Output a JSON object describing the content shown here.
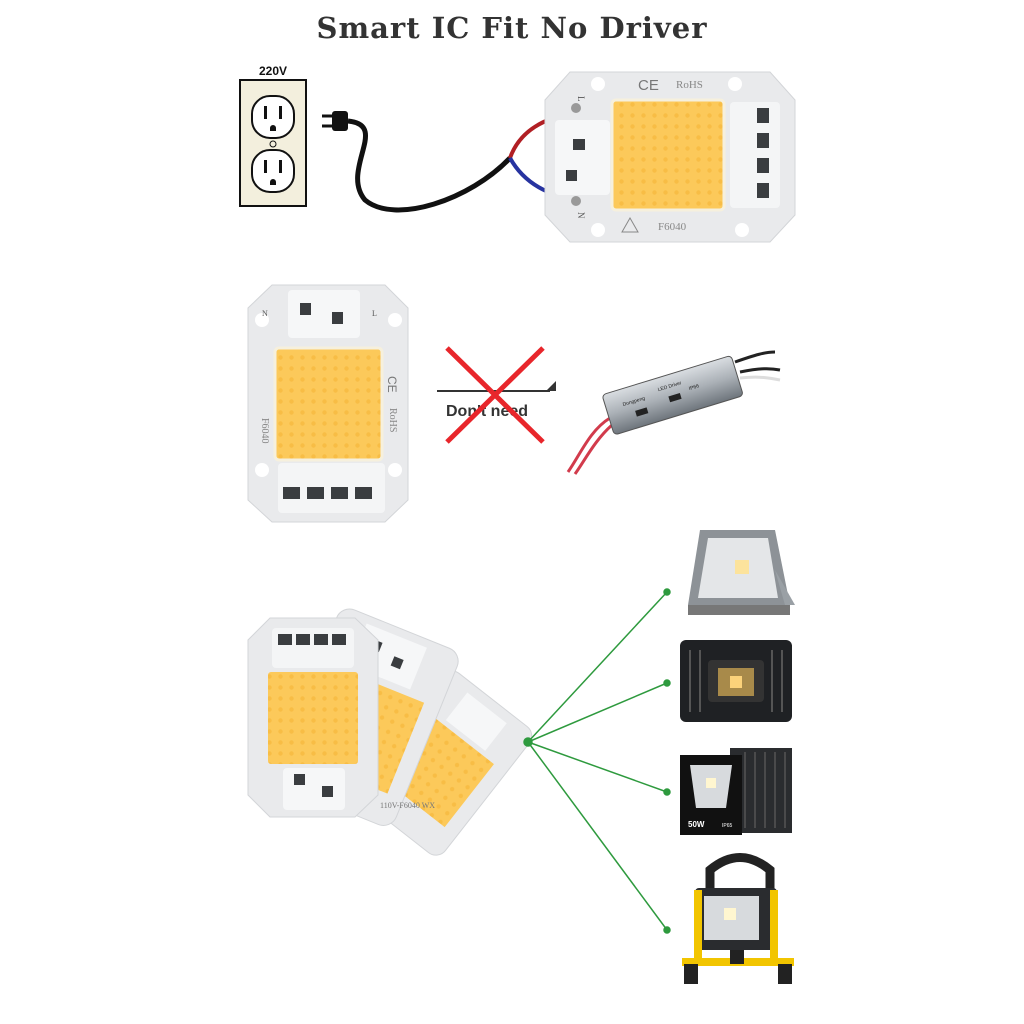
{
  "title": "Smart IC Fit No Driver",
  "outlet": {
    "voltage_label": "220V"
  },
  "chip": {
    "ce": "CE",
    "rohs": "RoHS",
    "model": "F6040",
    "pin_l": "L",
    "pin_n": "N",
    "bottom_print": "110V-F6040 WX"
  },
  "driver": {
    "dont_need": "Don't need",
    "brand": "Dongpeng",
    "spec": "LED Driver",
    "rating": "IP66"
  },
  "lamps": [
    {
      "name": "floodlight-silver"
    },
    {
      "name": "floodlight-black-finned"
    },
    {
      "name": "floodlight-black",
      "power": "50W",
      "ip": "IP65"
    },
    {
      "name": "portable-work-light"
    }
  ],
  "colors": {
    "led": "#fcc95a",
    "board": "#e9eaec",
    "cross": "#e8262b",
    "line": "#2e9a3e",
    "wire_red": "#b11f24",
    "wire_blue": "#2733a0"
  }
}
